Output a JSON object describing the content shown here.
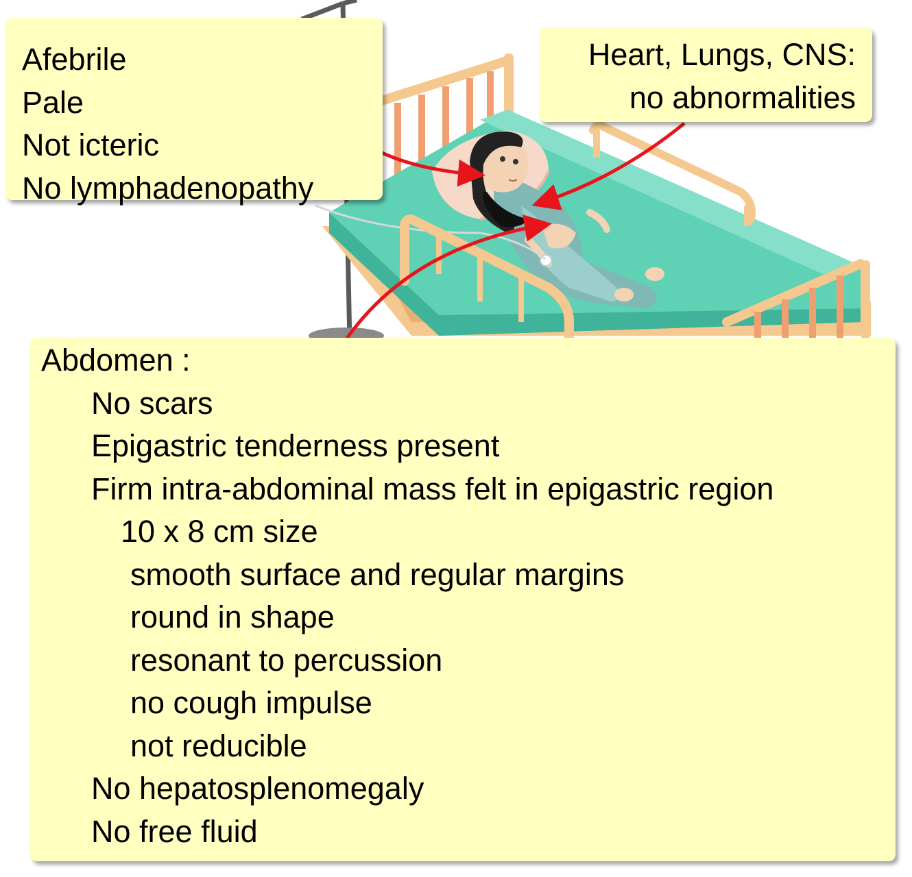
{
  "callouts": {
    "general": {
      "lines": [
        "Afebrile",
        "Pale",
        "Not icteric",
        "No lymphadenopathy"
      ]
    },
    "systems": {
      "lines": [
        "Heart, Lungs, CNS:",
        "no abnormalities"
      ]
    },
    "abdomen": {
      "heading": "Abdomen :",
      "findings": [
        "No scars",
        "Epigastric tenderness present",
        "Firm intra-abdominal mass felt in epigastric region"
      ],
      "mass_size": "10 x 8 cm size",
      "mass_features": [
        "smooth surface and regular margins",
        "round in shape",
        "resonant to percussion",
        "no cough impulse",
        "not reducible"
      ],
      "other_findings": [
        "No hepatosplenomegaly",
        "No free fluid"
      ]
    }
  },
  "colors": {
    "callout_fill": "#ffffc0",
    "arrow": "#e8141b",
    "sheet": "#5fd1b5",
    "pillow": "#f6d9c8",
    "bed_frame": "#f4c88e",
    "bed_slat": "#f0a070",
    "iv_pole": "#5a5a5a"
  }
}
